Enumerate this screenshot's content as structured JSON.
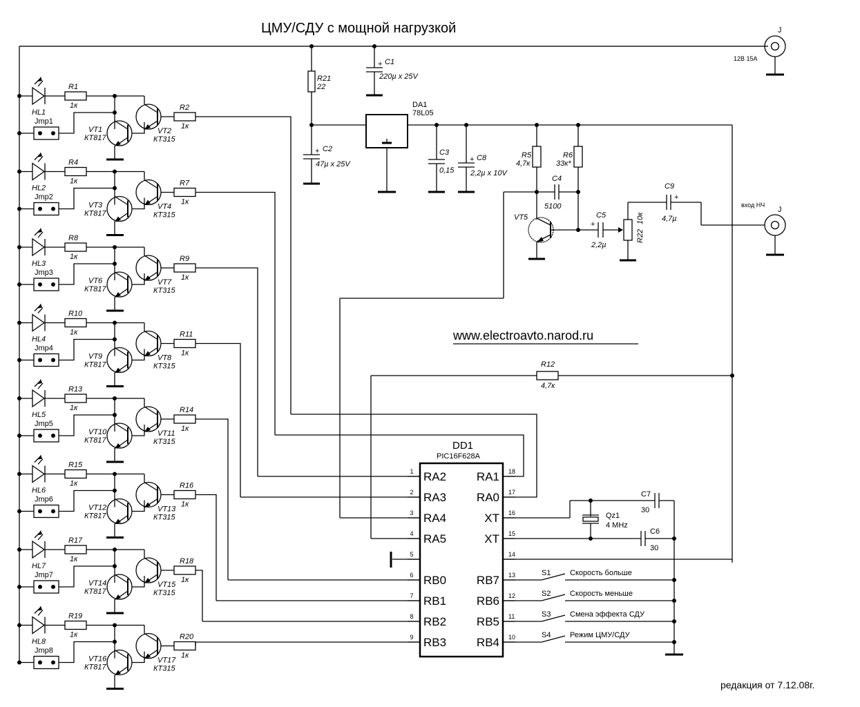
{
  "title": "ЦМУ/СДУ с мощной нагрузкой",
  "website": "www.electroavto.narod.ru",
  "revision": "редакция от 7.12.08г.",
  "power_input": {
    "ref": "J",
    "label": "12В 15А"
  },
  "audio_input": {
    "ref": "J",
    "label": "вход НЧ"
  },
  "power_section": {
    "R21": {
      "ref": "R21",
      "value": "22"
    },
    "C1": {
      "ref": "C1",
      "value": "220µ x 25V"
    },
    "C2": {
      "ref": "C2",
      "value": "47µ x 25V"
    },
    "DA1": {
      "ref": "DA1",
      "value": "78L05"
    },
    "C3": {
      "ref": "C3",
      "value": "0,15"
    },
    "C8": {
      "ref": "C8",
      "value": "2,2µ x 10V"
    }
  },
  "amplifier_section": {
    "R5": {
      "ref": "R5",
      "value": "4,7к"
    },
    "R6": {
      "ref": "R6",
      "value": "33к*"
    },
    "C4": {
      "ref": "C4",
      "value": "5100"
    },
    "VT5": {
      "ref": "VT5"
    },
    "C5": {
      "ref": "C5",
      "value": "2,2µ"
    },
    "R22": {
      "ref": "R22",
      "value": "10к"
    },
    "C9": {
      "ref": "C9",
      "value": "4,7µ"
    },
    "R12": {
      "ref": "R12",
      "value": "4,7к"
    },
    "plus": "+"
  },
  "channels": [
    {
      "led": "HL1",
      "jmp": "Jmp1",
      "rb": "R1",
      "rbv": "1к",
      "vt_power": "VT1",
      "vt_power_type": "КТ817",
      "vt_drv": "VT2",
      "vt_drv_type": "КТ315",
      "rd": "R2",
      "rdv": "1к"
    },
    {
      "led": "HL2",
      "jmp": "Jmp2",
      "rb": "R4",
      "rbv": "1к",
      "vt_power": "VT3",
      "vt_power_type": "КТ817",
      "vt_drv": "VT4",
      "vt_drv_type": "КТ315",
      "rd": "R7",
      "rdv": "1к"
    },
    {
      "led": "HL3",
      "jmp": "Jmp3",
      "rb": "R8",
      "rbv": "1к",
      "vt_power": "VT6",
      "vt_power_type": "КТ817",
      "vt_drv": "VT7",
      "vt_drv_type": "КТ315",
      "rd": "R9",
      "rdv": "1к"
    },
    {
      "led": "HL4",
      "jmp": "Jmp4",
      "rb": "R10",
      "rbv": "1к",
      "vt_power": "VT9",
      "vt_power_type": "КТ817",
      "vt_drv": "VT8",
      "vt_drv_type": "КТ315",
      "rd": "R11",
      "rdv": "1к"
    },
    {
      "led": "HL5",
      "jmp": "Jmp5",
      "rb": "R13",
      "rbv": "1к",
      "vt_power": "VT10",
      "vt_power_type": "КТ817",
      "vt_drv": "VT11",
      "vt_drv_type": "КТ315",
      "rd": "R14",
      "rdv": "1к"
    },
    {
      "led": "HL6",
      "jmp": "Jmp6",
      "rb": "R15",
      "rbv": "1к",
      "vt_power": "VT12",
      "vt_power_type": "КТ817",
      "vt_drv": "VT13",
      "vt_drv_type": "КТ315",
      "rd": "R16",
      "rdv": "1к"
    },
    {
      "led": "HL7",
      "jmp": "Jmp7",
      "rb": "R17",
      "rbv": "1к",
      "vt_power": "VT14",
      "vt_power_type": "КТ817",
      "vt_drv": "VT15",
      "vt_drv_type": "КТ315",
      "rd": "R18",
      "rdv": "1к"
    },
    {
      "led": "HL8",
      "jmp": "Jmp8",
      "rb": "R19",
      "rbv": "1к",
      "vt_power": "VT16",
      "vt_power_type": "КТ817",
      "vt_drv": "VT17",
      "vt_drv_type": "КТ315",
      "rd": "R20",
      "rdv": "1к"
    }
  ],
  "mcu": {
    "ref": "DD1",
    "part": "PIC16F628A",
    "left_pins": [
      {
        "num": "1",
        "name": "RA2"
      },
      {
        "num": "2",
        "name": "RA3"
      },
      {
        "num": "3",
        "name": "RA4"
      },
      {
        "num": "4",
        "name": "RA5"
      },
      {
        "num": "5",
        "name": ""
      },
      {
        "num": "6",
        "name": "RB0"
      },
      {
        "num": "7",
        "name": "RB1"
      },
      {
        "num": "8",
        "name": "RB2"
      },
      {
        "num": "9",
        "name": "RB3"
      }
    ],
    "right_pins": [
      {
        "num": "18",
        "name": "RA1"
      },
      {
        "num": "17",
        "name": "RA0"
      },
      {
        "num": "16",
        "name": "XT"
      },
      {
        "num": "15",
        "name": "XT"
      },
      {
        "num": "14",
        "name": ""
      },
      {
        "num": "13",
        "name": "RB7"
      },
      {
        "num": "12",
        "name": "RB6"
      },
      {
        "num": "11",
        "name": "RB5"
      },
      {
        "num": "10",
        "name": "RB4"
      }
    ]
  },
  "oscillator": {
    "Qz1": {
      "ref": "Qz1",
      "value": "4 MHz"
    },
    "C7": {
      "ref": "C7",
      "value": "30"
    },
    "C6": {
      "ref": "C6",
      "value": "30"
    }
  },
  "switches": [
    {
      "ref": "S1",
      "label": "Скорость больше"
    },
    {
      "ref": "S2",
      "label": "Скорость меньше"
    },
    {
      "ref": "S3",
      "label": "Смена эффекта СДУ"
    },
    {
      "ref": "S4",
      "label": "Режим ЦМУ/СДУ"
    }
  ]
}
